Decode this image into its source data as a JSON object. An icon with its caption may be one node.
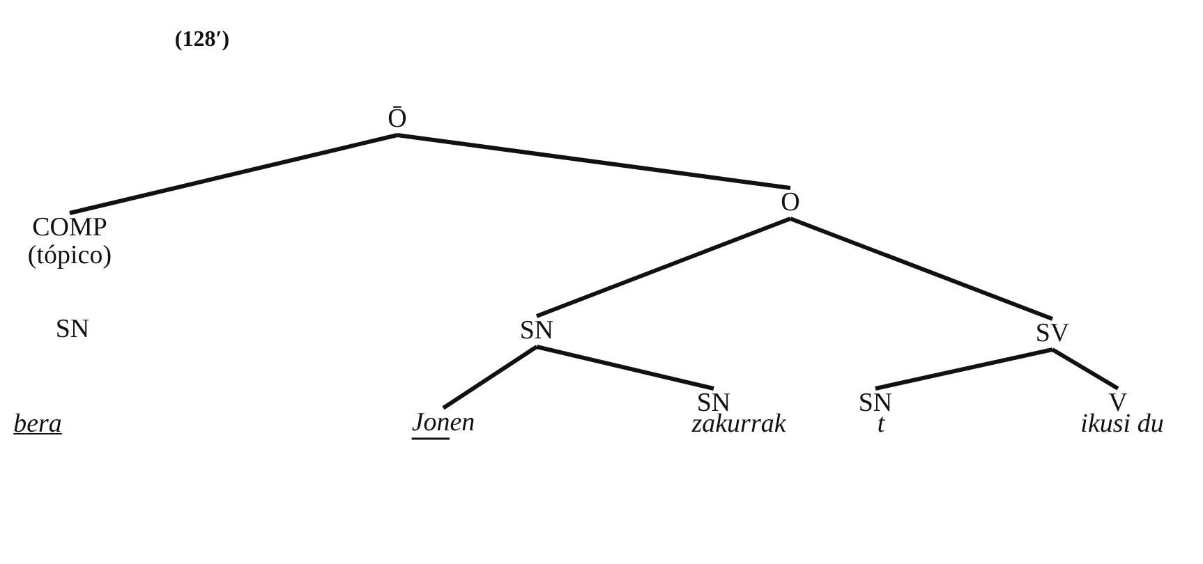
{
  "diagram": {
    "nodes": [
      {
        "text": [
          "Ō"
        ]
      },
      {
        "text": [
          "COMP",
          "(tópico)"
        ]
      },
      {
        "text": [
          "O"
        ]
      },
      {
        "text": [
          "SN"
        ]
      },
      {
        "text": [
          "SV"
        ]
      },
      {
        "text": [
          "Jonen"
        ]
      },
      {
        "text": [
          "SN"
        ]
      },
      {
        "text": [
          "SN"
        ]
      },
      {
        "text": [
          "V"
        ]
      }
    ],
    "edges": [
      {
        "from": 0,
        "to": 1,
        "arrow": "none"
      },
      {
        "from": 0,
        "to": 2,
        "arrow": "none"
      },
      {
        "from": 2,
        "to": 3,
        "arrow": "none"
      },
      {
        "from": 2,
        "to": 4,
        "arrow": "none"
      },
      {
        "from": 3,
        "to": 5,
        "arrow": "none"
      },
      {
        "from": 3,
        "to": 6,
        "arrow": "none"
      },
      {
        "from": 4,
        "to": 7,
        "arrow": "none"
      },
      {
        "from": 4,
        "to": 8,
        "arrow": "none"
      }
    ],
    "labels": [
      "(128′)",
      "SN",
      "bera",
      "zakurrak",
      "t",
      "ikusi du"
    ]
  }
}
